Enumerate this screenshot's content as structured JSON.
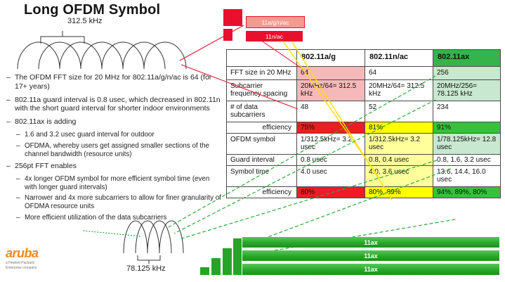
{
  "slide": {
    "title": "Long OFDM Symbol",
    "freq_label_top": "312.5 kHz",
    "freq_label_bottom": "78.125 kHz"
  },
  "bullets": [
    {
      "text": "The OFDM FFT size for 20 MHz for 802.11a/g/n/ac is 64 (for 17+ years)",
      "subs": []
    },
    {
      "text": "802.11a guard interval is 0.8 usec, which decreased in 802.11n with the short guard interval for shorter indoor environments",
      "subs": []
    },
    {
      "text": "802.11ax is adding",
      "subs": [
        "1.6 and 3.2 usec guard interval for outdoor",
        "OFDMA, whereby users get assigned smaller sections of the channel bandwidth (resource units)"
      ]
    },
    {
      "text": "256pt FFT enables",
      "subs": [
        "4x longer OFDM symbol for more efficient symbol time (even with longer guard intervals)",
        "Narrower and 4x more subcarriers to allow for finer granularity of OFDMA resource units",
        "More efficient utilization of the data subcarriers"
      ]
    }
  ],
  "table": {
    "headers": [
      "",
      "802.11a/g",
      "802.11n/ac",
      "802.11ax"
    ],
    "rows": [
      {
        "label": "FFT size in 20 MHz",
        "cells": [
          "64",
          "64",
          "256"
        ]
      },
      {
        "label": "Subcarrier frequency spacing",
        "cells": [
          "20MHz/64= 312.5 kHz",
          "20MHz/64= 312.5 kHz",
          "20MHz/256= 78.125 kHz"
        ]
      },
      {
        "label": "# of data subcarriers",
        "cells": [
          "48",
          "52",
          "234"
        ]
      },
      {
        "label": "efficiency",
        "cells": [
          "75%",
          "81%",
          "91%"
        ]
      },
      {
        "label": "OFDM symbol",
        "cells": [
          "1/312.5kHz= 3.2 usec",
          "1/312.5kHz= 3.2 usec",
          "1/78.125kHz= 12.8 usec"
        ]
      },
      {
        "label": "Guard interval",
        "cells": [
          "0.8 usec",
          "0.8, 0.4 usec",
          "0.8, 1.6, 3.2 usec"
        ]
      },
      {
        "label": "Symbol time",
        "cells": [
          "4.0 usec",
          "4.0, 3.6 usec",
          "13.6, 14.4, 16.0 usec"
        ]
      },
      {
        "label": "efficiency",
        "cells": [
          "80%",
          "80%, 89%",
          "94%, 89%, 80%"
        ]
      }
    ]
  },
  "legend_red": [
    {
      "label": "11a/g/n/ac"
    },
    {
      "label": "11n/ac"
    }
  ],
  "bars_green": [
    "11ax",
    "11ax",
    "11ax"
  ],
  "logo": {
    "brand": "aruba",
    "tagline": "a Hewlett Packard Enterprise company"
  },
  "colors": {
    "red": "#e8112d",
    "salmon": "#f59a8f",
    "pink": "#f6b9b9",
    "yellow": "#ffff00",
    "light_yellow": "#ffff9c",
    "green": "#35c13c",
    "header_green": "#35b44a",
    "light_green": "#c8e8cf",
    "bar_green": "#27a427",
    "aruba_orange": "#f6861f"
  }
}
